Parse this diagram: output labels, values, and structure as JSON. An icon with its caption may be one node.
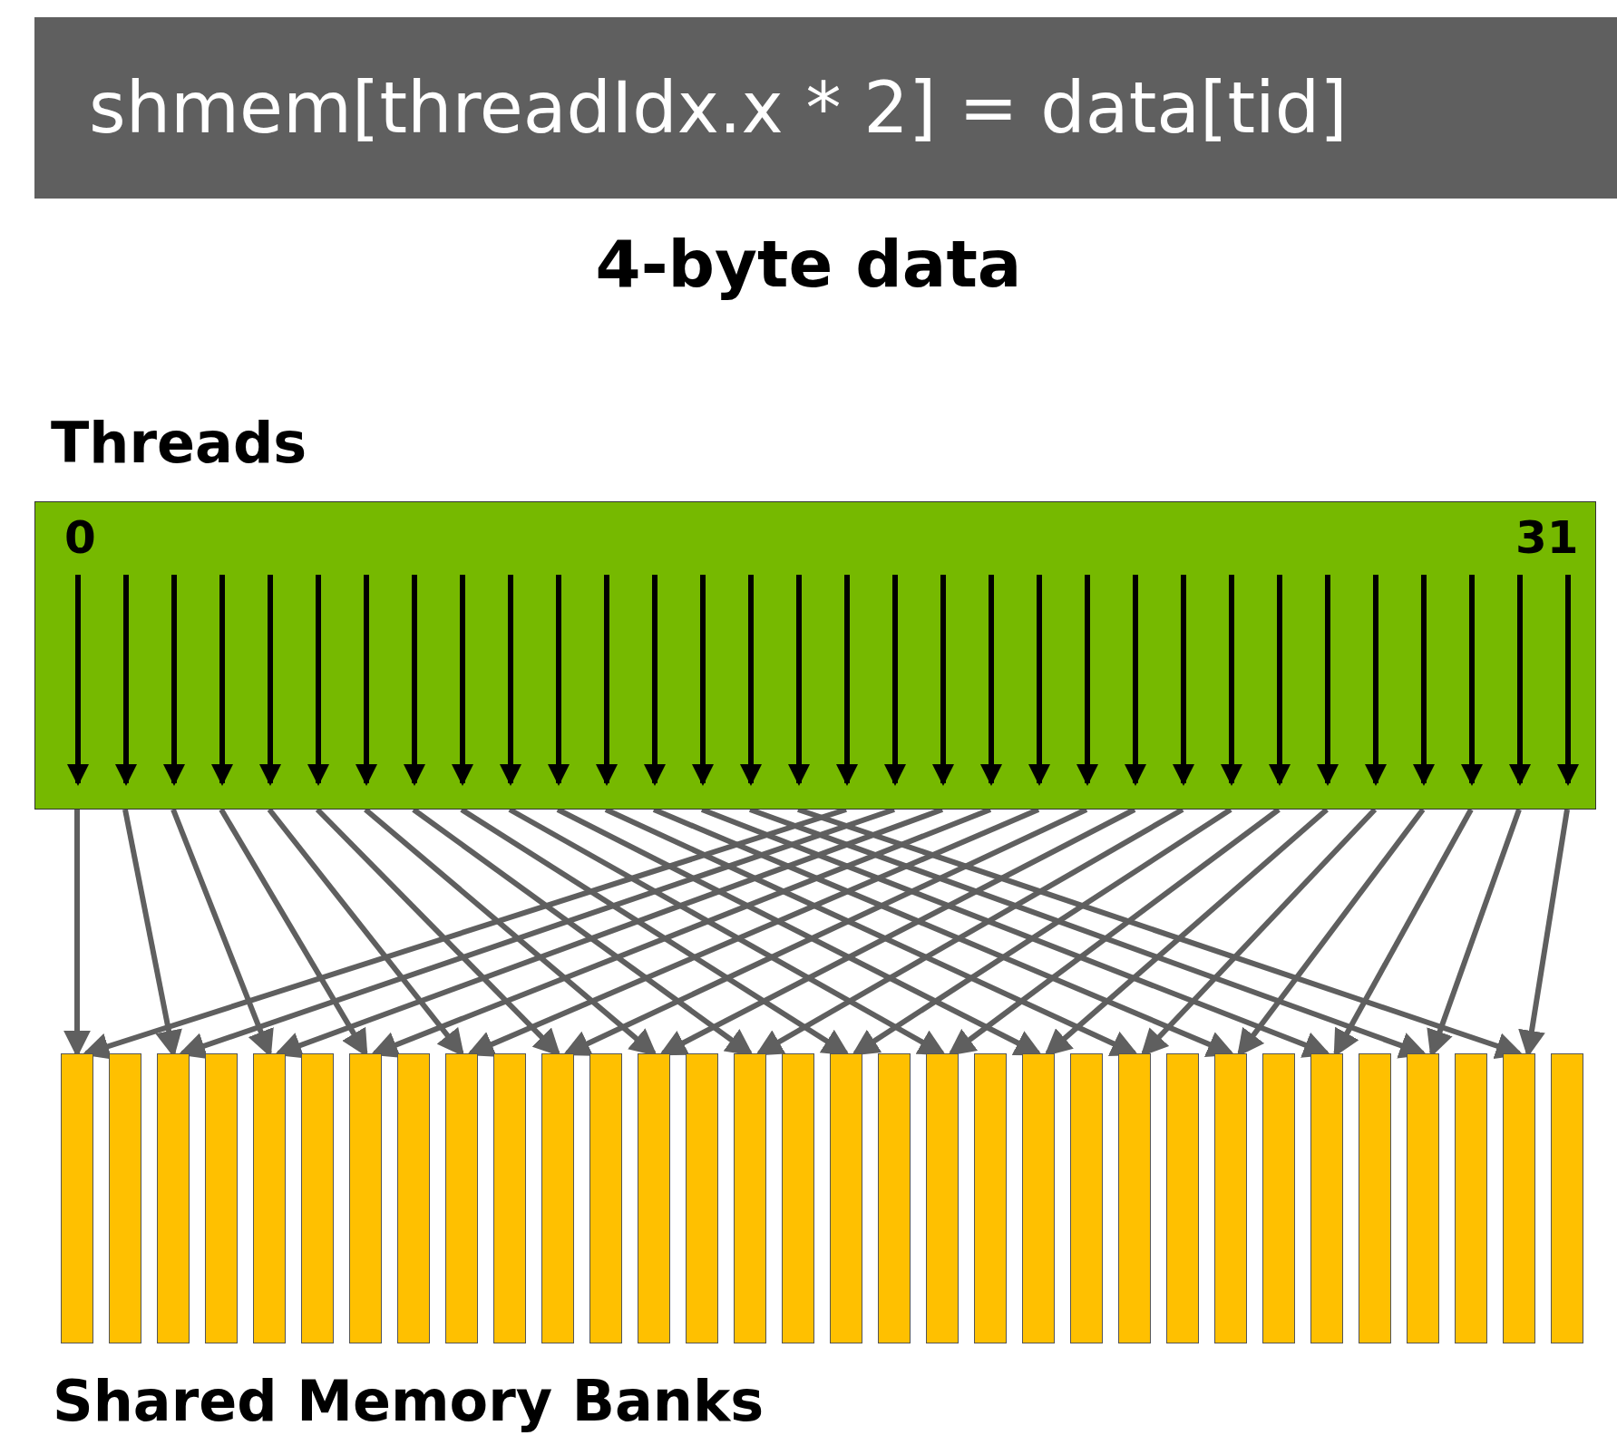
{
  "diagram": {
    "title": "4-byte data",
    "nodes": [
      {
        "text": [
          "shmem[threadIdx.x * 2] = data[tid]"
        ]
      },
      {
        "text": [
          "Threads",
          "0",
          "31"
        ]
      },
      {
        "text": [],
        "shape": "bar"
      },
      {
        "text": [],
        "shape": "bar"
      },
      {
        "text": [],
        "shape": "bar"
      },
      {
        "text": [],
        "shape": "bar"
      },
      {
        "text": [],
        "shape": "bar"
      },
      {
        "text": [],
        "shape": "bar"
      },
      {
        "text": [],
        "shape": "bar"
      },
      {
        "text": [],
        "shape": "bar"
      },
      {
        "text": [],
        "shape": "bar"
      },
      {
        "text": [],
        "shape": "bar"
      },
      {
        "text": [],
        "shape": "bar"
      },
      {
        "text": [],
        "shape": "bar"
      },
      {
        "text": [],
        "shape": "bar"
      },
      {
        "text": [],
        "shape": "bar"
      },
      {
        "text": [],
        "shape": "bar"
      },
      {
        "text": [],
        "shape": "bar"
      },
      {
        "text": [],
        "shape": "bar"
      },
      {
        "text": [],
        "shape": "bar"
      },
      {
        "text": [],
        "shape": "bar"
      },
      {
        "text": [],
        "shape": "bar"
      },
      {
        "text": [],
        "shape": "bar"
      },
      {
        "text": [],
        "shape": "bar"
      },
      {
        "text": [],
        "shape": "bar"
      },
      {
        "text": [],
        "shape": "bar"
      },
      {
        "text": [],
        "shape": "bar"
      },
      {
        "text": [],
        "shape": "bar"
      },
      {
        "text": [],
        "shape": "bar"
      },
      {
        "text": [],
        "shape": "bar"
      },
      {
        "text": [],
        "shape": "bar"
      },
      {
        "text": [],
        "shape": "bar"
      },
      {
        "text": [],
        "shape": "bar"
      },
      {
        "text": [],
        "shape": "bar"
      }
    ],
    "edges": [
      {
        "from": 1,
        "to": 2,
        "arrow": "to"
      },
      {
        "from": 1,
        "to": 4,
        "arrow": "to"
      },
      {
        "from": 1,
        "to": 6,
        "arrow": "to"
      },
      {
        "from": 1,
        "to": 8,
        "arrow": "to"
      },
      {
        "from": 1,
        "to": 10,
        "arrow": "to"
      },
      {
        "from": 1,
        "to": 12,
        "arrow": "to"
      },
      {
        "from": 1,
        "to": 14,
        "arrow": "to"
      },
      {
        "from": 1,
        "to": 16,
        "arrow": "to"
      },
      {
        "from": 1,
        "to": 18,
        "arrow": "to"
      },
      {
        "from": 1,
        "to": 20,
        "arrow": "to"
      },
      {
        "from": 1,
        "to": 22,
        "arrow": "to"
      },
      {
        "from": 1,
        "to": 24,
        "arrow": "to"
      },
      {
        "from": 1,
        "to": 26,
        "arrow": "to"
      },
      {
        "from": 1,
        "to": 28,
        "arrow": "to"
      },
      {
        "from": 1,
        "to": 30,
        "arrow": "to"
      },
      {
        "from": 1,
        "to": 32,
        "arrow": "to"
      },
      {
        "from": 1,
        "to": 2,
        "arrow": "to"
      },
      {
        "from": 1,
        "to": 4,
        "arrow": "to"
      },
      {
        "from": 1,
        "to": 6,
        "arrow": "to"
      },
      {
        "from": 1,
        "to": 8,
        "arrow": "to"
      },
      {
        "from": 1,
        "to": 10,
        "arrow": "to"
      },
      {
        "from": 1,
        "to": 12,
        "arrow": "to"
      },
      {
        "from": 1,
        "to": 14,
        "arrow": "to"
      },
      {
        "from": 1,
        "to": 16,
        "arrow": "to"
      },
      {
        "from": 1,
        "to": 18,
        "arrow": "to"
      },
      {
        "from": 1,
        "to": 20,
        "arrow": "to"
      },
      {
        "from": 1,
        "to": 22,
        "arrow": "to"
      },
      {
        "from": 1,
        "to": 24,
        "arrow": "to"
      },
      {
        "from": 1,
        "to": 26,
        "arrow": "to"
      },
      {
        "from": 1,
        "to": 28,
        "arrow": "to"
      },
      {
        "from": 1,
        "to": 30,
        "arrow": "to"
      },
      {
        "from": 1,
        "to": 32,
        "arrow": "to"
      }
    ],
    "labels": [
      "Shared Memory Banks"
    ]
  }
}
